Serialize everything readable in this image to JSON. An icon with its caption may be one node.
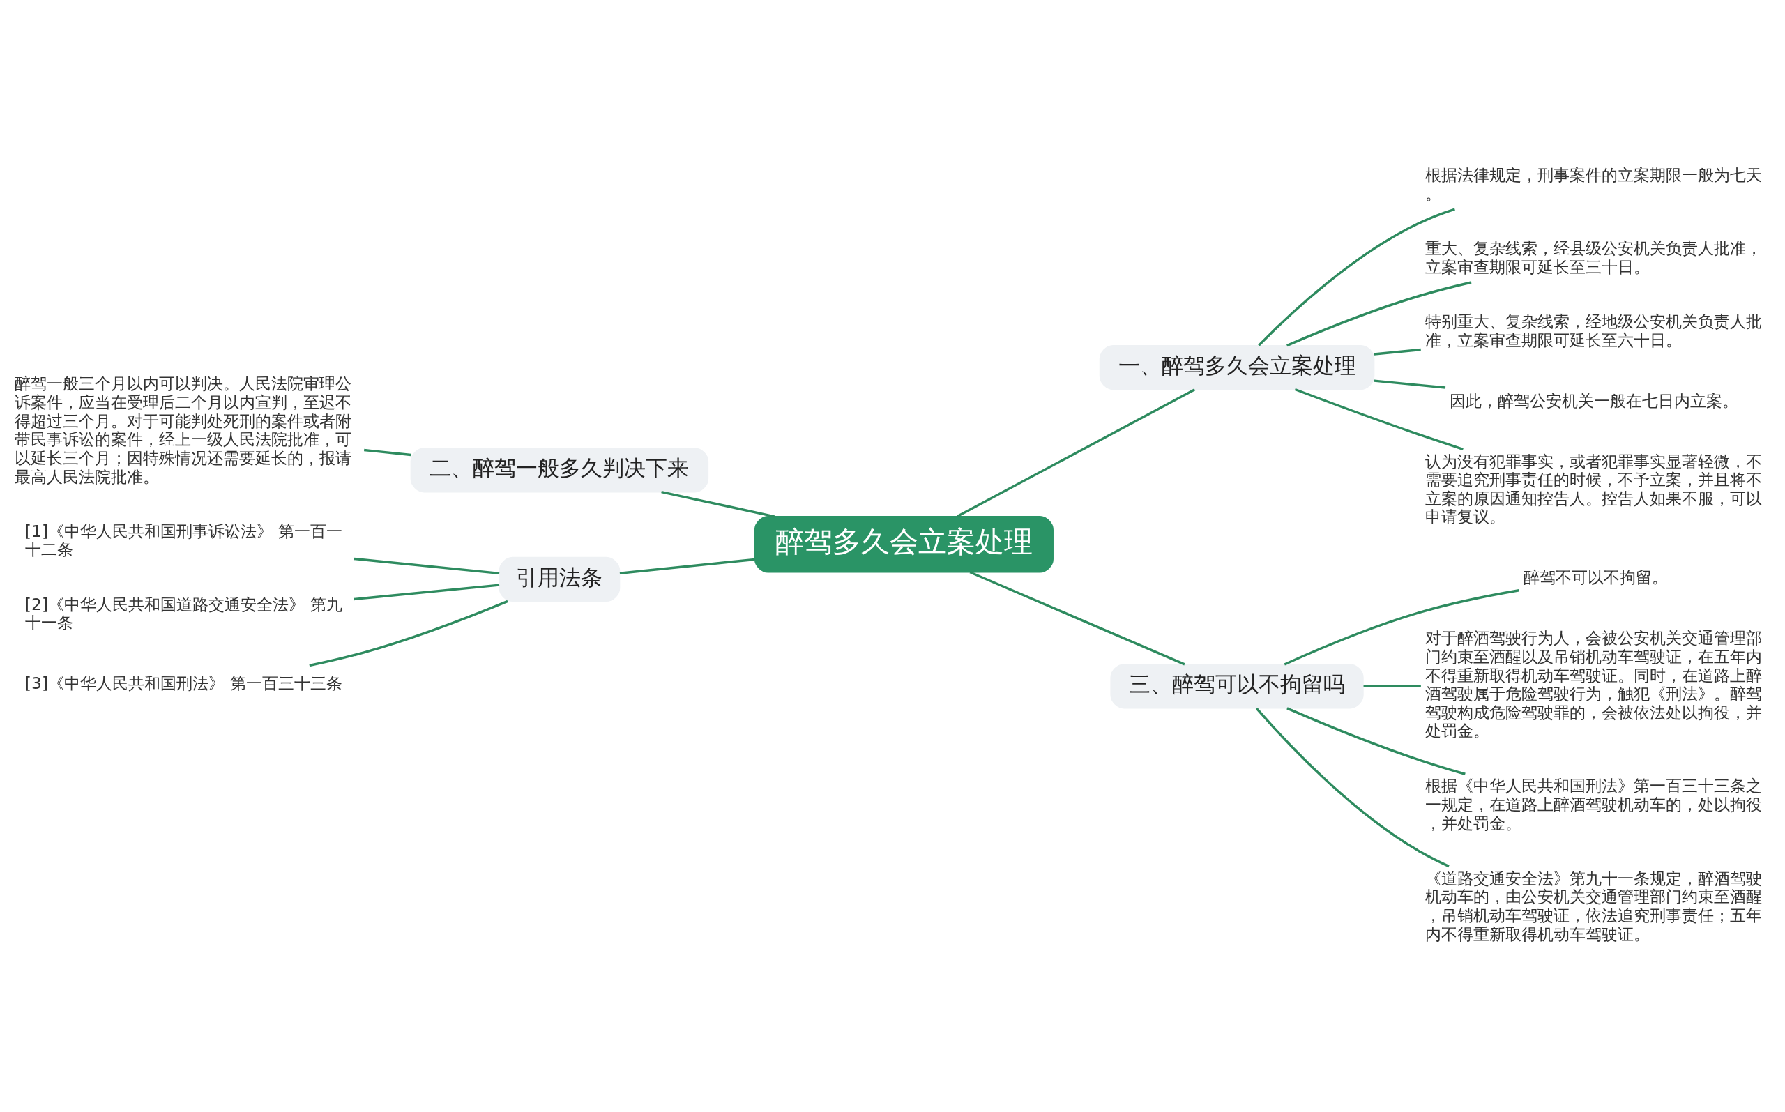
{
  "diagram": {
    "nodes": [
      {
        "text": [
          "醉驾多久会立案处理"
        ]
      },
      {
        "text": [
          "一、醉驾多久会立案处理"
        ]
      },
      {
        "text": [
          "根据法律规定，刑事案件的立案期限一般为七天。"
        ]
      },
      {
        "text": [
          "重大、复杂线索，经县级公安机关负责人批准，立案审查期限可延长至三十日。"
        ]
      },
      {
        "text": [
          "特别重大、复杂线索，经地级公安机关负责人批准，立案审查期限可延长至六十日。"
        ]
      },
      {
        "text": [
          "因此，醉驾公安机关一般在七日内立案。"
        ]
      },
      {
        "text": [
          "认为没有犯罪事实，或者犯罪事实显著轻微，不需要追究刑事责任的时候，不予立案，并且将不立案的原因通知控告人。控告人如果不服，可以申请复议。"
        ]
      },
      {
        "text": [
          "三、醉驾可以不拘留吗"
        ]
      },
      {
        "text": [
          "醉驾不可以不拘留。"
        ]
      },
      {
        "text": [
          "对于醉酒驾驶行为人，会被公安机关交通管理部门约束至酒醒以及吊销机动车驾驶证，在五年内不得重新取得机动车驾驶证。同时，在道路上醉酒驾驶属于危险驾驶行为，触犯《刑法》。醉驾驾驶构成危险驾驶罪的，会被依法处以拘役，并处罚金。"
        ]
      },
      {
        "text": [
          "根据《中华人民共和国刑法》第一百三十三条之一规定，在道路上醉酒驾驶机动车的，处以拘役，并处罚金。"
        ]
      },
      {
        "text": [
          "《道路交通安全法》第九十一条规定，醉酒驾驶机动车的，由公安机关交通管理部门约束至酒醒，吊销机动车驾驶证，依法追究刑事责任；五年内不得重新取得机动车驾驶证。"
        ]
      },
      {
        "text": [
          "二、醉驾一般多久判决下来"
        ]
      },
      {
        "text": [
          "醉驾一般三个月以内可以判决。人民法院审理公诉案件，应当在受理后二个月以内宣判，至迟不得超过三个月。对于可能判处死刑的案件或者附带民事诉讼的案件，经上一级人民法院批准，可以延长三个月；因特殊情况还需要延长的，报请最高人民法院批准。"
        ]
      },
      {
        "text": [
          "引用法条"
        ]
      },
      {
        "text": [
          "[1]《中华人民共和国刑事诉讼法》 第一百一十二条"
        ]
      },
      {
        "text": [
          "[2]《中华人民共和国道路交通安全法》 第九十一条"
        ]
      },
      {
        "text": [
          "[3]《中华人民共和国刑法》 第一百三十三条"
        ]
      }
    ],
    "edges": [
      {
        "from": 0,
        "to": 1,
        "arrow": "none"
      },
      {
        "from": 1,
        "to": 2,
        "arrow": "none"
      },
      {
        "from": 1,
        "to": 3,
        "arrow": "none"
      },
      {
        "from": 1,
        "to": 4,
        "arrow": "none"
      },
      {
        "from": 1,
        "to": 5,
        "arrow": "none"
      },
      {
        "from": 1,
        "to": 6,
        "arrow": "none"
      },
      {
        "from": 0,
        "to": 7,
        "arrow": "none"
      },
      {
        "from": 7,
        "to": 8,
        "arrow": "none"
      },
      {
        "from": 7,
        "to": 9,
        "arrow": "none"
      },
      {
        "from": 7,
        "to": 10,
        "arrow": "none"
      },
      {
        "from": 7,
        "to": 11,
        "arrow": "none"
      },
      {
        "from": 0,
        "to": 12,
        "arrow": "none"
      },
      {
        "from": 12,
        "to": 13,
        "arrow": "none"
      },
      {
        "from": 0,
        "to": 14,
        "arrow": "none"
      },
      {
        "from": 14,
        "to": 15,
        "arrow": "none"
      },
      {
        "from": 14,
        "to": 16,
        "arrow": "none"
      },
      {
        "from": 14,
        "to": 17,
        "arrow": "none"
      }
    ]
  }
}
